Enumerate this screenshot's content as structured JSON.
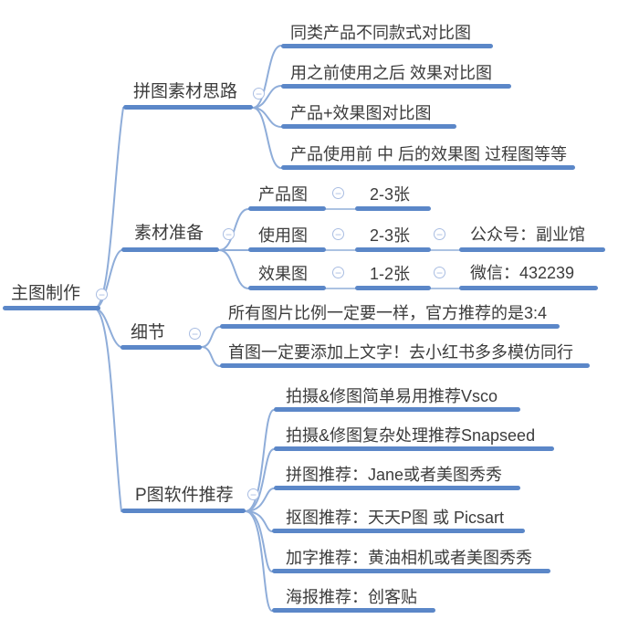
{
  "root": {
    "label": "主图制作"
  },
  "branches": [
    {
      "label": "拼图素材思路",
      "children": [
        {
          "label": "同类产品不同款式对比图"
        },
        {
          "label": "用之前使用之后 效果对比图"
        },
        {
          "label": "产品+效果图对比图"
        },
        {
          "label": "产品使用前 中 后的效果图 过程图等等"
        }
      ]
    },
    {
      "label": "素材准备",
      "children": [
        {
          "label": "产品图",
          "children": [
            {
              "label": "2-3张"
            }
          ]
        },
        {
          "label": "使用图",
          "children": [
            {
              "label": "2-3张",
              "children": [
                {
                  "label": "公众号：副业馆"
                }
              ]
            }
          ]
        },
        {
          "label": "效果图",
          "children": [
            {
              "label": "1-2张",
              "children": [
                {
                  "label": "微信：432239"
                }
              ]
            }
          ]
        }
      ]
    },
    {
      "label": "细节",
      "children": [
        {
          "label": "所有图片比例一定要一样，官方推荐的是3:4"
        },
        {
          "label": "首图一定要添加上文字！去小红书多多模仿同行"
        }
      ]
    },
    {
      "label": "P图软件推荐",
      "children": [
        {
          "label": "拍摄&修图简单易用推荐Vsco"
        },
        {
          "label": "拍摄&修图复杂处理推荐Snapseed"
        },
        {
          "label": "拼图推荐：Jane或者美图秀秀"
        },
        {
          "label": "抠图推荐：天天P图 或 Picsart"
        },
        {
          "label": "加字推荐：黄油相机或者美图秀秀"
        },
        {
          "label": "海报推荐：创客贴"
        }
      ]
    }
  ],
  "icons": {
    "collapse_glyph": "−",
    "collapse_meaning": "collapse-minus-icon"
  },
  "colors": {
    "branch_line": "#5b87c8",
    "connector": "#8fadd9",
    "text": "#3c3c3c",
    "icon": "#a9bde2",
    "background": "#ffffff"
  }
}
